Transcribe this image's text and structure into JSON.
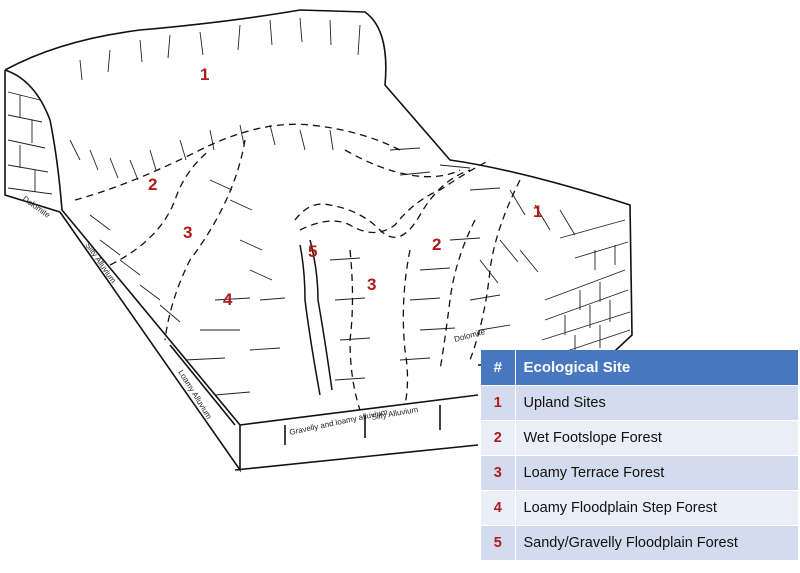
{
  "diagram": {
    "zone_labels": [
      "1",
      "2",
      "3",
      "4",
      "5",
      "3",
      "2",
      "1"
    ],
    "geology_labels": {
      "dolomite_left": "Dolomite",
      "silty_alluvium_left": "Silty Alluvium",
      "loamy_alluvium": "Loamy Alluvium",
      "gravelly_loamy_alluvium": "Gravelly and loamy alluvium",
      "silty_alluvium_center": "Silty Alluvium",
      "dolomite_right": "Dolomite"
    }
  },
  "legend": {
    "header_num": "#",
    "header_title": "Ecological Site",
    "rows": [
      {
        "num": "1",
        "label": "Upland Sites"
      },
      {
        "num": "2",
        "label": "Wet Footslope Forest"
      },
      {
        "num": "3",
        "label": "Loamy Terrace Forest"
      },
      {
        "num": "4",
        "label": "Loamy Floodplain Step Forest"
      },
      {
        "num": "5",
        "label": "Sandy/Gravelly Floodplain Forest"
      }
    ]
  },
  "colors": {
    "number_red": "#b01a1a",
    "header_blue": "#4a78c0",
    "row_dark": "#d3dcee",
    "row_light": "#e9eef7"
  }
}
